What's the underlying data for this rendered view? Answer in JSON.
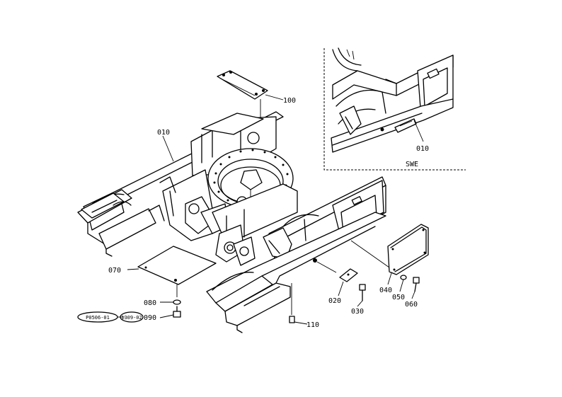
{
  "inset": {
    "title": "SWE",
    "part_label": "010"
  },
  "parts": {
    "p010": "010",
    "p020": "020",
    "p030": "030",
    "p040": "040",
    "p050": "050",
    "p060": "060",
    "p070": "070",
    "p080": "080",
    "p090": "090",
    "p100": "100",
    "p110": "110"
  },
  "stamps": {
    "left": "P0506-01",
    "right": "1309-02"
  }
}
